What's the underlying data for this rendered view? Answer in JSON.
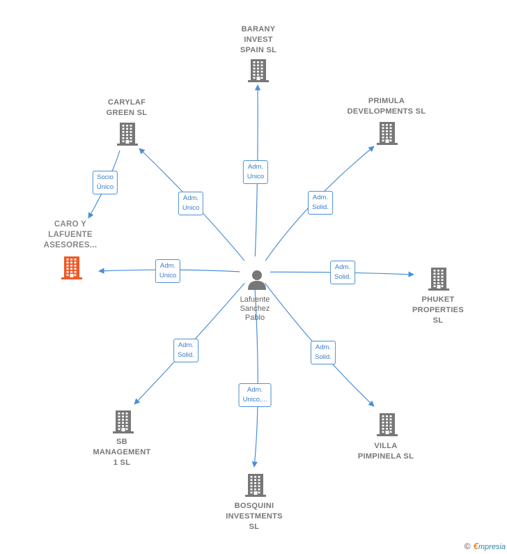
{
  "center": {
    "label": "Lafuente\nSanchez\nPablo"
  },
  "nodes": [
    {
      "id": "barany",
      "label": "BARANY\nINVEST\nSPAIN  SL",
      "highlight": false
    },
    {
      "id": "carylaf",
      "label": "CARYLAF\nGREEN  SL",
      "highlight": false
    },
    {
      "id": "primula",
      "label": "PRIMULA\nDEVELOPMENTS SL",
      "highlight": false
    },
    {
      "id": "caro",
      "label": "CARO Y\nLAFUENTE\nASESORES...",
      "highlight": true
    },
    {
      "id": "phuket",
      "label": "PHUKET\nPROPERTIES\nSL",
      "highlight": false
    },
    {
      "id": "sb",
      "label": "SB\nMANAGEMENT\n1  SL",
      "highlight": false
    },
    {
      "id": "bosquini",
      "label": "BOSQUINI\nINVESTMENTS\nSL",
      "highlight": false
    },
    {
      "id": "villa",
      "label": "VILLA\nPIMPINELA  SL",
      "highlight": false
    }
  ],
  "edges": [
    {
      "from": "center",
      "to": "barany",
      "label": "Adm.\nUnico"
    },
    {
      "from": "center",
      "to": "carylaf",
      "label": "Adm.\nUnico"
    },
    {
      "from": "center",
      "to": "primula",
      "label": "Adm.\nSolid."
    },
    {
      "from": "center",
      "to": "caro",
      "label": "Adm.\nUnico"
    },
    {
      "from": "center",
      "to": "phuket",
      "label": "Adm.\nSolid."
    },
    {
      "from": "center",
      "to": "sb",
      "label": "Adm.\nSolid."
    },
    {
      "from": "center",
      "to": "bosquini",
      "label": "Adm.\nUnico,..."
    },
    {
      "from": "center",
      "to": "villa",
      "label": "Adm.\nSolid."
    },
    {
      "from": "carylaf",
      "to": "caro",
      "label": "Socio\nÚnico"
    }
  ],
  "colors": {
    "edge": "#4a8fd8",
    "building": "#777777",
    "building_highlight": "#f05a28",
    "person": "#777777"
  },
  "footer": {
    "copyright": "©",
    "brand_first": "€",
    "brand_rest": "mpresia"
  }
}
